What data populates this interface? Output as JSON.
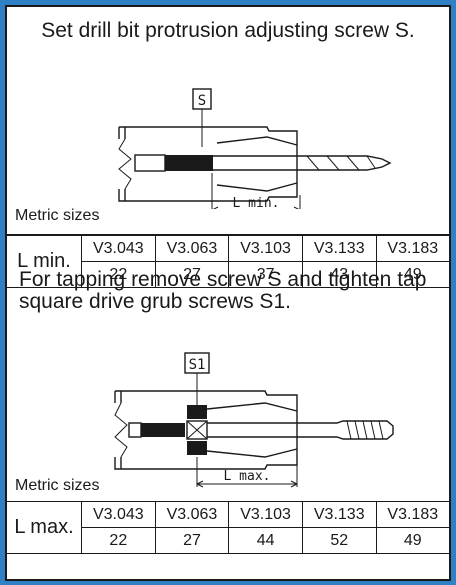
{
  "section1": {
    "instruction": "Set drill bit protrusion adjusting screw S.",
    "screw_label": "S",
    "dimension_label": "L  min.",
    "metric_caption": "Metric sizes",
    "table": {
      "row_label": "L min.",
      "headers": [
        "V3.043",
        "V3.063",
        "V3.103",
        "V3.133",
        "V3.183"
      ],
      "values": [
        "22",
        "27",
        "37",
        "43",
        "49"
      ]
    }
  },
  "section2": {
    "instruction": "For tapping remove screw S and tighten tap square drive grub screws S1.",
    "screw_label": "S1",
    "dimension_label": "L  max.",
    "metric_caption": "Metric sizes",
    "table": {
      "row_label": "L max.",
      "headers": [
        "V3.043",
        "V3.063",
        "V3.103",
        "V3.133",
        "V3.183"
      ],
      "values": [
        "22",
        "27",
        "44",
        "52",
        "49"
      ]
    }
  }
}
